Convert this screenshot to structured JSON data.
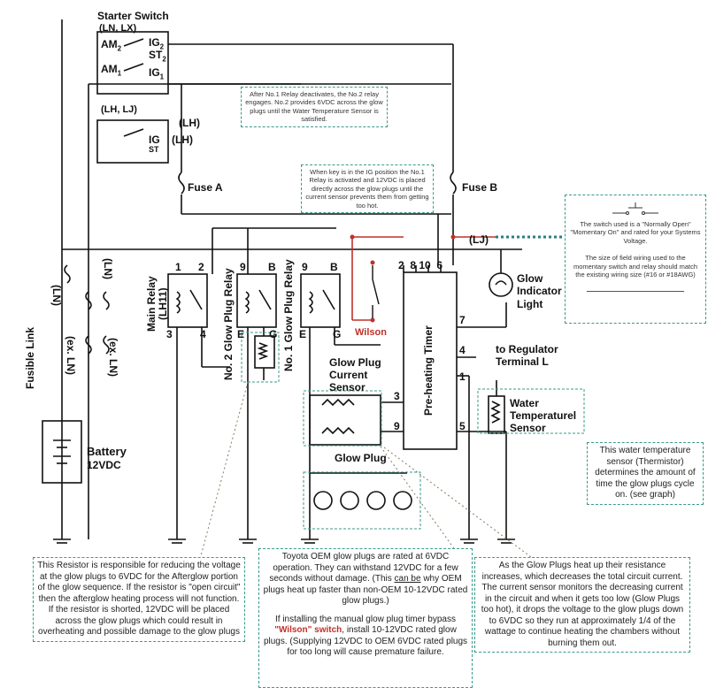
{
  "starter_switch": {
    "title": "Starter Switch",
    "variant_ln_lx": "(LN, LX)",
    "variant_lh_lj": "(LH, LJ)",
    "am2": "AM",
    "am2_sub": "2",
    "am1": "AM",
    "am1_sub": "1",
    "ig2": "IG",
    "ig2_sub": "2",
    "st2": "ST",
    "st2_sub": "2",
    "ig1": "IG",
    "ig1_sub": "1",
    "ig": "IG",
    "st": "ST",
    "lh_tag": "(LH)",
    "lh_tag2": "(LH)"
  },
  "fuses": {
    "fuse_a": "Fuse A",
    "fuse_b": "Fuse B"
  },
  "fusible_link": {
    "label": "Fusible Link",
    "ln1": "(LN)",
    "ln2": "(LN)",
    "ex_ln1": "(ex. LN)",
    "ex_ln2": "(ex. LN)"
  },
  "battery": {
    "label": "Battery",
    "voltage": "12VDC"
  },
  "relays": {
    "main_relay": "Main Relay",
    "main_relay_code": "(LH11)",
    "no2_relay": "No. 2 Glow Plug Relay",
    "no1_relay": "No. 1 Glow Plug Relay",
    "main_pins": [
      "1",
      "2",
      "3",
      "4"
    ],
    "no2_pins": [
      "9",
      "B",
      "E",
      "G"
    ],
    "no1_pins": [
      "9",
      "B",
      "E",
      "G"
    ]
  },
  "timer": {
    "label": "Pre-heating Timer",
    "top_pins": "2  8 10  6",
    "pin7": "7",
    "pin4": "4",
    "pin1": "1",
    "pin3": "3",
    "pin9": "9",
    "pin5": "5"
  },
  "components": {
    "lj_tag": "(LJ)",
    "glow_indicator": "Glow\nIndicator\nLight",
    "to_regulator": "to Regulator\nTerminal L",
    "glow_plug_sensor": "Glow Plug\nCurrent\nSensor",
    "glow_plug": "Glow Plug",
    "water_sensor": "Water\nTemperaturel\nSensor",
    "wilson": "Wilson"
  },
  "notes": {
    "relay_note": "After No.1 Relay deactivates, the No.2 relay engages. No.2 provides 6VDC across the glow plugs until the Water Temperature Sensor is satisfied.",
    "ig_note": "When key is in the IG position the No.1 Relay is activated and 12VDC is placed directly across the glow plugs until the current sensor prevents them from getting too hot.",
    "switch_note_1": "The switch used is a \"Normally Open\" \"Momentary On\" and rated for your Systems Voltage.",
    "switch_note_2": "The size of field wiring used to the momentary switch and relay should match the existing wiring size (#16 or #18AWG)",
    "water_note": "This water temperature sensor (Thermistor) determines the amount of time the glow plugs cycle on. (see graph)",
    "resistor_note": "This Resistor is responsible for reducing the voltage at the glow plugs to 6VDC for the Afterglow portion of the glow sequence. If the resistor is \"open circuit\" then the afterglow heating process will not function. If the resistor is shorted, 12VDC will be placed across the glow plugs which could result in overheating and possible damage to the glow plugs",
    "oem_p1_a": "Toyota OEM glow plugs are rated at 6VDC operation. They can withstand 12VDC for a few seconds without damage. (This ",
    "oem_p1_u": "can be",
    "oem_p1_b": " why OEM plugs heat up faster than non-OEM 10-12VDC rated glow plugs.)",
    "oem_p2_a": "If installing the manual glow plug timer bypass ",
    "oem_p2_red": "\"Wilson\" switch",
    "oem_p2_b": ", install 10-12VDC rated glow plugs. (Supplying 12VDC to OEM 6VDC rated plugs for too long will cause premature failure.",
    "current_note": "As the Glow Plugs heat up their resistance increases, which decreases the total circuit current. The current sensor monitors the decreasing current in the circuit and when it gets too low (Glow Plugs too hot), it drops the voltage to the glow plugs down to 6VDC so they run at approximately 1/4 of the wattage to continue heating the chambers without burning them out."
  },
  "colors": {
    "wire": "#111111",
    "note_border": "#3a9a8a",
    "bypass": "#c0302a",
    "indicator_dots": "#2a7d7d"
  }
}
